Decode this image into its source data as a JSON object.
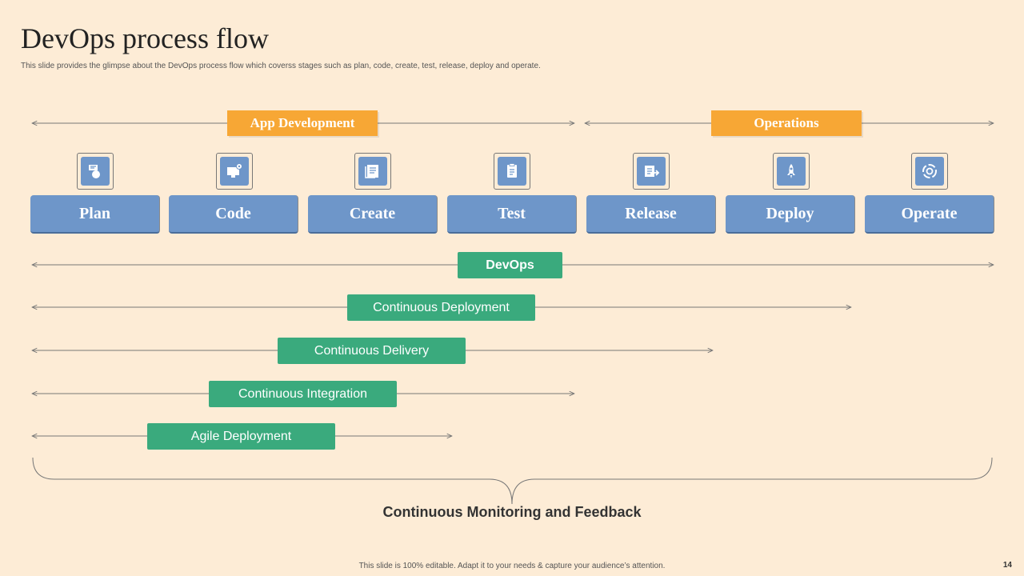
{
  "header": {
    "title": "DevOps process flow",
    "subtitle": "This slide provides the glimpse about the DevOps process flow which coverss stages such as plan, code, create, test, release, deploy and operate."
  },
  "phases": [
    {
      "label": "App Development"
    },
    {
      "label": "Operations"
    }
  ],
  "stages": [
    {
      "label": "Plan",
      "icon": "plan-icon"
    },
    {
      "label": "Code",
      "icon": "code-icon"
    },
    {
      "label": "Create",
      "icon": "create-icon"
    },
    {
      "label": "Test",
      "icon": "test-icon"
    },
    {
      "label": "Release",
      "icon": "release-icon"
    },
    {
      "label": "Deploy",
      "icon": "deploy-icon"
    },
    {
      "label": "Operate",
      "icon": "operate-icon"
    }
  ],
  "practices": [
    {
      "label": "DevOps",
      "spans": [
        "Plan",
        "Operate"
      ]
    },
    {
      "label": "Continuous Deployment",
      "spans": [
        "Plan",
        "Deploy"
      ]
    },
    {
      "label": "Continuous Delivery",
      "spans": [
        "Plan",
        "Release"
      ]
    },
    {
      "label": "Continuous Integration",
      "spans": [
        "Plan",
        "Test"
      ]
    },
    {
      "label": "Agile Deployment",
      "spans": [
        "Plan",
        "Create"
      ]
    }
  ],
  "feedback": "Continuous Monitoring and Feedback",
  "footer": {
    "note": "This slide is 100% editable.  Adapt it to your needs & capture your audience’s attention.",
    "page_number": "14"
  },
  "colors": {
    "background": "#fdecd6",
    "phase": "#f7a735",
    "stage": "#6e96c9",
    "practice": "#3aaa7d",
    "line": "#777777"
  }
}
